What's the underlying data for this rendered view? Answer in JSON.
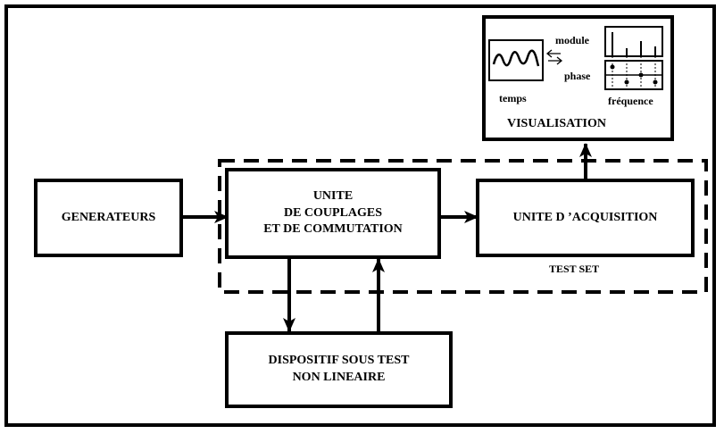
{
  "blocks": {
    "generators": {
      "label": "GENERATEURS"
    },
    "coupling_unit": {
      "lines": [
        "UNITE",
        "DE COUPLAGES",
        "ET DE COMMUTATION"
      ]
    },
    "acquisition_unit": {
      "label": "UNITE D ’ACQUISITION"
    },
    "device_under_test": {
      "lines": [
        "DISPOSITIF SOUS TEST",
        "NON LINEAIRE"
      ]
    },
    "visualisation": {
      "title": "VISUALISATION",
      "time_label": "temps",
      "module_label": "module",
      "phase_label": "phase",
      "frequency_label": "fréquence"
    }
  },
  "test_set_label": "TEST SET"
}
